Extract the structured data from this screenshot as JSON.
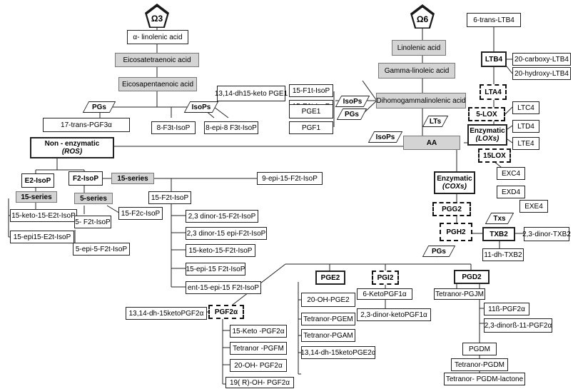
{
  "omega3": "Ω3",
  "omega6": "Ω6",
  "n3": {
    "alpha_linolenic": "α- linolenic acid",
    "eicosatetraenoic": "Eicosatetraenoic acid",
    "eicosapentaenoic": "Eicosapentaenoic acid",
    "pgs": "PGs",
    "isops": "IsoPs"
  },
  "n6": {
    "linolenic": "Linolenic acid",
    "gamma_linoleic": "Gamma-linoleic acid",
    "dihomogamma": "Dihomogammalinolenic acid",
    "aa": "AA",
    "lts": "LTs",
    "isops": "IsoPs",
    "isops_top": "IsoPs",
    "pgs_top": "PGs"
  },
  "dgla": {
    "f1": "15-F1t-IsoP",
    "e1": "15-E1t-IsoP",
    "keto_pge1": "13,14-dh15-keto PGE1",
    "pge1": "PGE1",
    "pgf1": "PGF1"
  },
  "lt": {
    "trans_ltb4": "6-trans-LTB4",
    "ltb4": "LTB4",
    "carboxy": "20-carboxy-LTB4",
    "hydroxy": "20-hydroxy-LTB4",
    "lta4": "LTA4",
    "lox5": "5-LOX",
    "ltc4": "LTC4",
    "enzymatic_lox_1": "Enzymatic",
    "enzymatic_lox_2": "(LOXs)",
    "ltd4": "LTD4",
    "lte4": "LTE4",
    "lox15": "15LOX",
    "exc4": "EXC4",
    "exd4": "EXD4",
    "exe4": "EXE4"
  },
  "nonenz": {
    "title1": "Non - enzymatic",
    "title2": "(ROS)",
    "trans_pgf3": "17-trans-PGF3α",
    "f3": "8-F3t-IsoP",
    "epi_f3": "8-epi-8 F3t-IsoP",
    "e2isop": "E2-IsoP",
    "f2isop": "F2-IsoP",
    "series15a": "15-series",
    "series15b": "15-series",
    "series5": "5-series",
    "keto_e2": "15-keto-15-E2t-IsoP",
    "epi_e2": "15-epi15-E2t-IsoP",
    "f5": "5- F2t-IsoP",
    "epi_f5": "5-epi-5-F2t-IsoP",
    "f2c": "15-F2c-IsoP",
    "epi9": "9-epi-15-F2t-IsoP",
    "f15": "15-F2t-IsoP",
    "dinor": "2,3 dinor-15-F2t-IsoP",
    "dinor_epi": "2,3 dinor-15 epi-F2t-IsoP",
    "keto15": "15-keto-15-F2t-IsoP",
    "epi15": "15-epi-15 F2t-IsoP",
    "ent": "ent-15-epi-15 F2t-IsoP"
  },
  "cox": {
    "enz1": "Enzymatic",
    "enz2": "(COXs)",
    "pgg2": "PGG2",
    "txs": "Txs",
    "pgh2": "PGH2",
    "txb2": "TXB2",
    "dinor_txb2": "2,3-dinor-TXB2",
    "dh_txb2": "11-dh-TXB2",
    "pgs": "PGs"
  },
  "pge": {
    "title": "PGE2",
    "oh": "20-OH-PGE2",
    "pgem": "Tetranor-PGEM",
    "pgam": "Tetranor-PGAM",
    "keto": "13,14-dh-15ketoPGE2α"
  },
  "pgi": {
    "title": "PGI2",
    "keto": "6-KetoPGF1α",
    "dinor": "2,3-dinor-ketoPGF1α"
  },
  "pgd": {
    "title": "PGD2",
    "pgjm": "Tetranor-PGJM",
    "b_pgf": "11ß-PGF2α",
    "dinor_b": "2,3-dinorß-11-PGF2α",
    "pgdm": "PGDM",
    "tet_pgdm": "Tetranor-PGDM",
    "lactone": "Tetranor- PGDM-lactone"
  },
  "pgf": {
    "title": "PGF2α",
    "keto_dh": "13,14-dh-15ketoPGF2α",
    "keto15": "15-Keto -PGF2α",
    "pgfm": "Tetranor -PGFM",
    "oh20": "20-OH- PGF2α",
    "oh19": "19( R)-OH- PGF2α"
  }
}
